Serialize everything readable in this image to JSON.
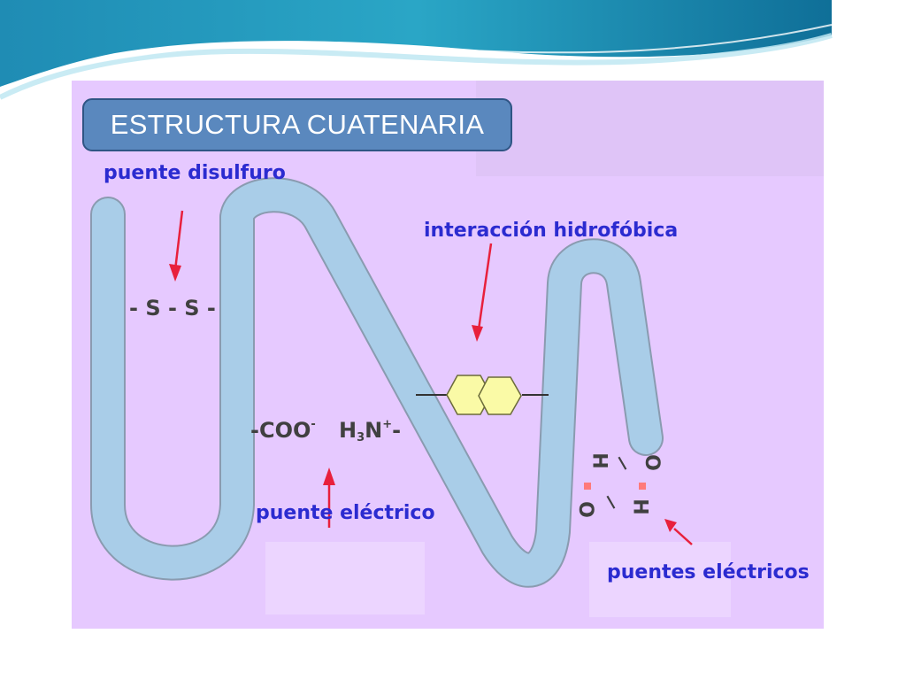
{
  "title": "ESTRUCTURA CUATENARIA",
  "labels": {
    "disulfide_bridge": "puente disulfuro",
    "hydrophobic_interaction": "interacción hidrofóbica",
    "electric_bridge": "puente eléctrico",
    "electric_bridges": "puentes eléctricos"
  },
  "chem": {
    "disulfide": "- S - S -",
    "carboxylate_prefix": "-COO",
    "carboxylate_charge": "-",
    "amine_h": "H",
    "amine_sub": "3",
    "amine_n": "N",
    "amine_charge": "+",
    "amine_suffix": "-",
    "o_right": "O",
    "h_right": "H",
    "o_left": "O",
    "h_left": "H",
    "bond": "I"
  },
  "colors": {
    "panel": "#e6c9ff",
    "chain_fill": "#a9cde8",
    "chain_stroke": "#8a9bb0",
    "hexagon_fill": "#fafaa6",
    "arrow": "#e8203c",
    "label": "#2b2bd0",
    "title_box": "#5a88be"
  }
}
